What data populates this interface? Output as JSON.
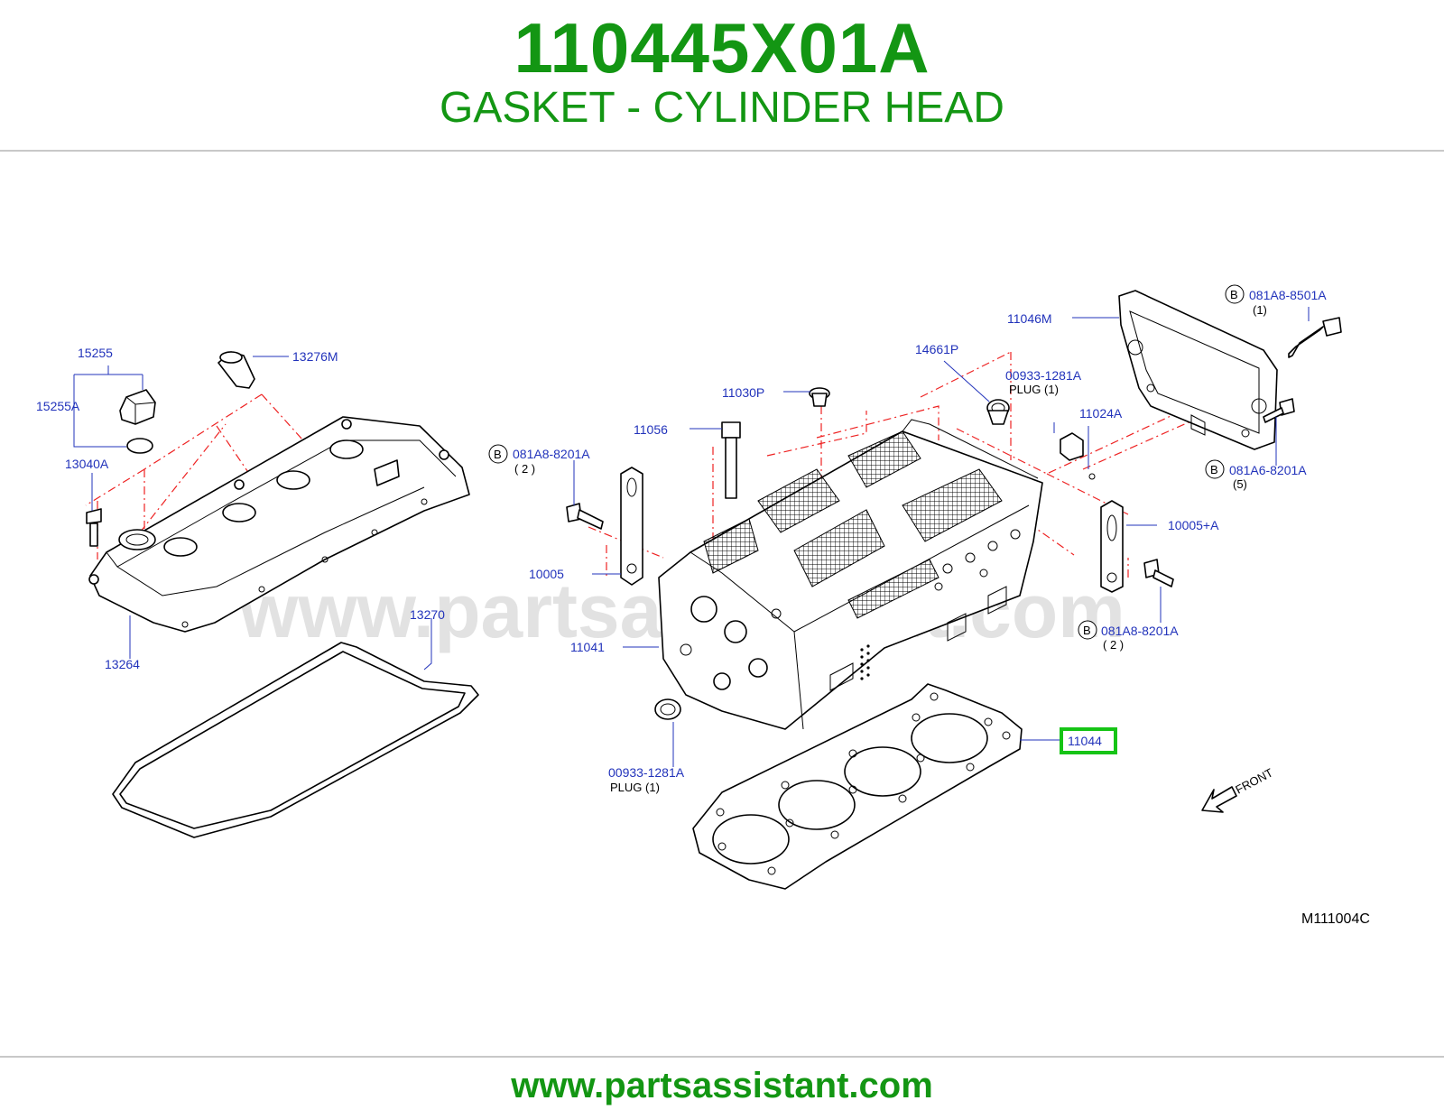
{
  "header": {
    "part_number": "110445X01A",
    "part_name": "GASKET - CYLINDER HEAD"
  },
  "watermark": "www.partsassistant.com",
  "footer": {
    "url": "www.partsassistant.com"
  },
  "diagram": {
    "figure_code": "M111004C",
    "front_label": "FRONT",
    "highlight_color": "#16c416",
    "label_color": "#2233bb",
    "labels": {
      "p15255": "15255",
      "p15255A": "15255A",
      "p13040A": "13040A",
      "p13276M": "13276M",
      "p13264": "13264",
      "p13270": "13270",
      "p11030P": "11030P",
      "p11056": "11056",
      "p081A8_8201A_a": "081A8-8201A",
      "p081A8_8201A_a_qty": "( 2 )",
      "p10005": "10005",
      "p11041": "11041",
      "p00933_1281A_lower": "00933-1281A",
      "plug_lower": "PLUG (1)",
      "p14661P": "14661P",
      "p00933_1281A_upper": "00933-1281A",
      "plug_upper": "PLUG (1)",
      "p11024A": "11024A",
      "p11046M": "11046M",
      "p081A8_8501A": "081A8-8501A",
      "p081A8_8501A_qty": "(1)",
      "p081A6_8201A": "081A6-8201A",
      "p081A6_8201A_qty": "(5)",
      "p10005A": "10005+A",
      "p081A8_8201A_b": "081A8-8201A",
      "p081A8_8201A_b_qty": "( 2 )",
      "p11044": "11044",
      "bolt_marker": "B"
    }
  }
}
